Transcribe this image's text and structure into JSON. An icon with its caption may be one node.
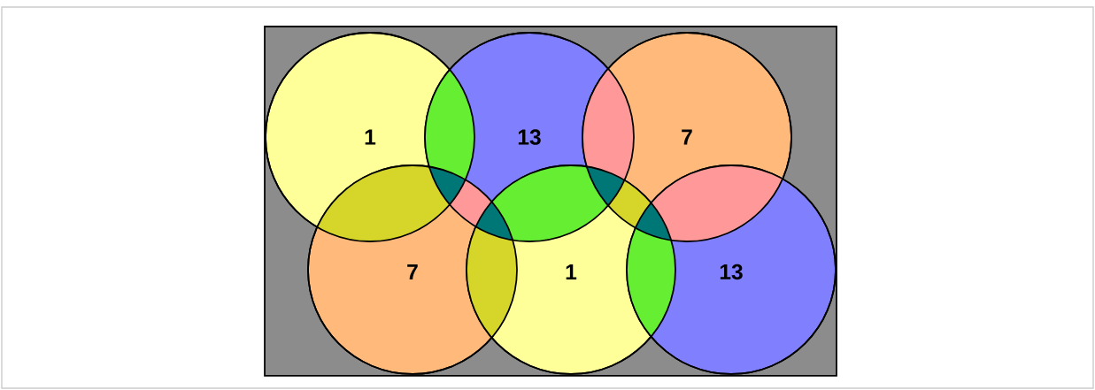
{
  "diagram": {
    "nodes": [
      {
        "text": [
          "1"
        ]
      },
      {
        "text": [
          "13"
        ]
      },
      {
        "text": [
          "7"
        ]
      },
      {
        "text": [
          "7"
        ]
      },
      {
        "text": [
          "1"
        ]
      },
      {
        "text": [
          "13"
        ]
      }
    ]
  }
}
